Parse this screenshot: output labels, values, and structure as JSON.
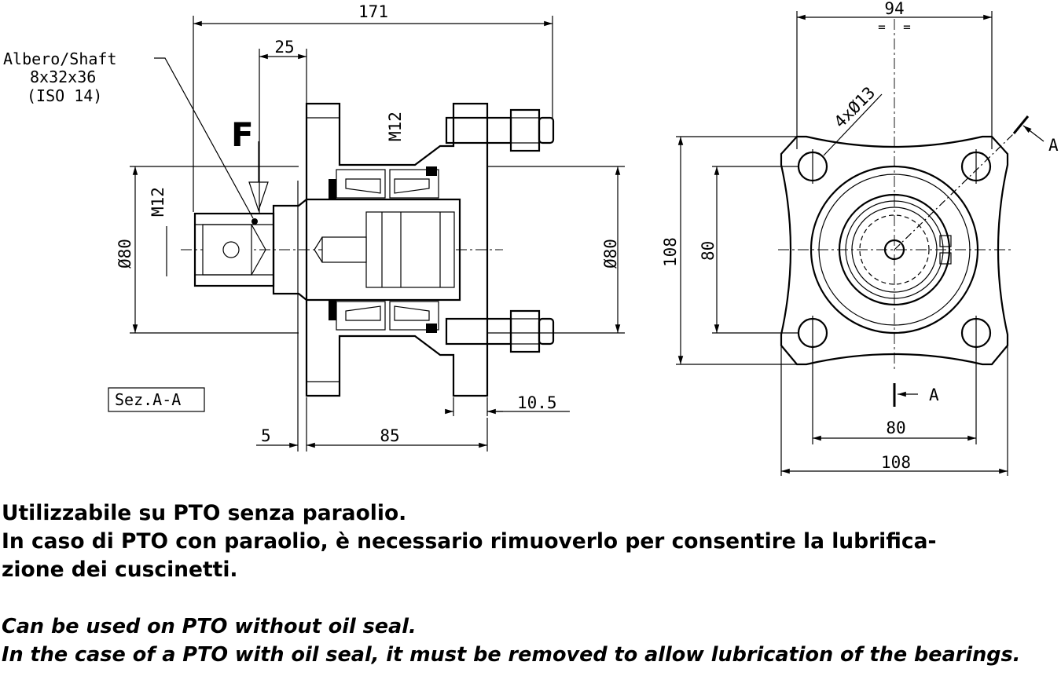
{
  "drawing": {
    "section_view": {
      "shaft_label": [
        "Albero/Shaft",
        "8x32x36",
        "(ISO 14)"
      ],
      "force_label": "F",
      "section_label": "Sez.A-A",
      "dimensions": {
        "overall_length": "171",
        "spline_length": "25",
        "thread_top": "M12",
        "thread_left": "M12",
        "dia_left": "Ø80",
        "dia_right": "Ø80",
        "flange_offset": "10.5",
        "gap": "5",
        "body_length": "85"
      }
    },
    "front_view": {
      "dimensions": {
        "width_top": "94",
        "equal_mark_1": "=",
        "equal_mark_2": "=",
        "holes": "4xØ13",
        "height_outer": "108",
        "height_inner": "80",
        "width_inner": "80",
        "width_outer": "108"
      },
      "section_marks": [
        "A",
        "A"
      ]
    }
  },
  "notes": {
    "it_line1": "Utilizzabile su PTO senza paraolio.",
    "it_line2": "In caso di PTO con paraolio, è necessario rimuoverlo per consentire la lubrifica-",
    "it_line3": "zione dei cuscinetti.",
    "en_line1": "Can be used on PTO without oil seal.",
    "en_line2": "In the case of a PTO with oil seal, it must be removed to allow lubrication of the bearings."
  }
}
